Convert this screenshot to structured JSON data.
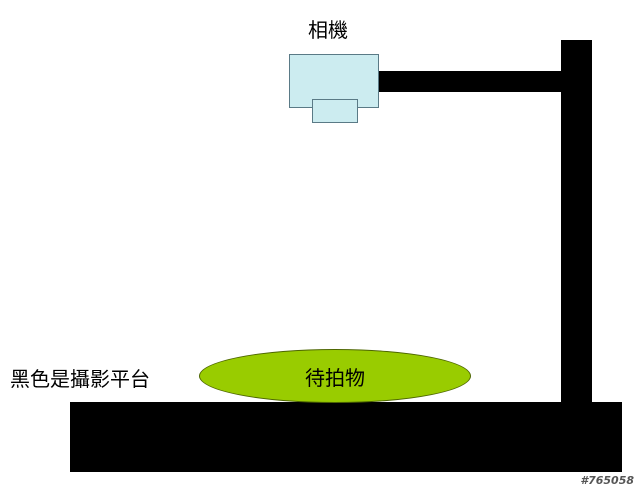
{
  "labels": {
    "camera": "相機",
    "object": "待拍物",
    "platform": "黑色是攝影平台"
  },
  "watermark": "#765058",
  "colors": {
    "platform": "#000000",
    "stand": "#000000",
    "camera_fill": "#ccecf0",
    "object_fill": "#99cc00"
  }
}
